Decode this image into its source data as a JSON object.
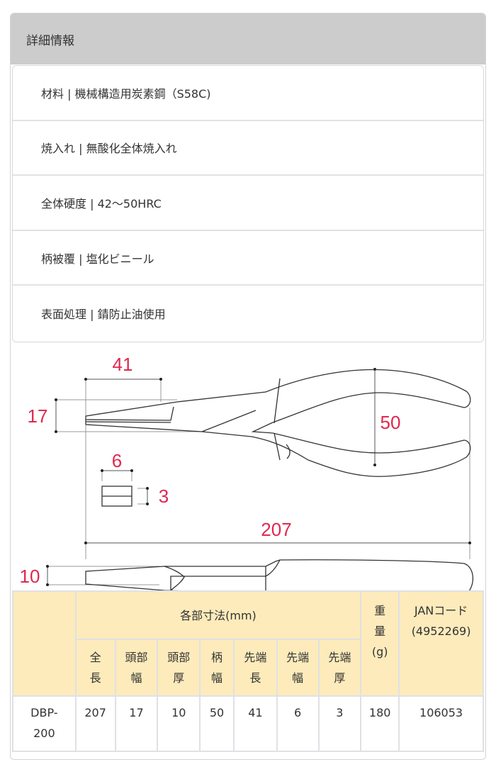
{
  "panel": {
    "title": "詳細情報"
  },
  "specs": [
    {
      "label": "材料",
      "value": "機械構造用炭素鋼（S58C)",
      "text": "材料 | 機械構造用炭素鋼（S58C)"
    },
    {
      "label": "焼入れ",
      "value": "無酸化全体焼入れ",
      "text": "焼入れ | 無酸化全体焼入れ"
    },
    {
      "label": "全体硬度",
      "value": "42〜50HRC",
      "text": "全体硬度 | 42〜50HRC"
    },
    {
      "label": "柄被覆",
      "value": "塩化ビニール",
      "text": "柄被覆 | 塩化ビニール"
    },
    {
      "label": "表面処理",
      "value": "錆防止油使用",
      "text": "表面処理 | 錆防止油使用"
    }
  ],
  "drawing": {
    "dimension_color": "#e0284f",
    "labels": {
      "tip_length": "41",
      "head_width": "17",
      "handle_width": "50",
      "tip_width": "6",
      "tip_thickness": "3",
      "overall_length": "207",
      "head_thickness": "10"
    }
  },
  "table": {
    "header_group": "各部寸法(mm)",
    "weight_header": [
      "重",
      "量",
      "(g)"
    ],
    "jan_header": [
      "JANコード",
      "(4952269)"
    ],
    "sub_headers": [
      [
        "全",
        "長"
      ],
      [
        "頭部",
        "幅"
      ],
      [
        "頭部",
        "厚"
      ],
      [
        "柄",
        "幅"
      ],
      [
        "先端",
        "長"
      ],
      [
        "先端",
        "幅"
      ],
      [
        "先端",
        "厚"
      ]
    ],
    "rows": [
      {
        "model": [
          "DBP-",
          "200"
        ],
        "overall_length": "207",
        "head_width": "17",
        "head_thickness": "10",
        "handle_width": "50",
        "tip_length": "41",
        "tip_width": "6",
        "tip_thickness": "3",
        "weight": "180",
        "jan": "106053"
      }
    ],
    "header_bg": "#fdebbb"
  }
}
